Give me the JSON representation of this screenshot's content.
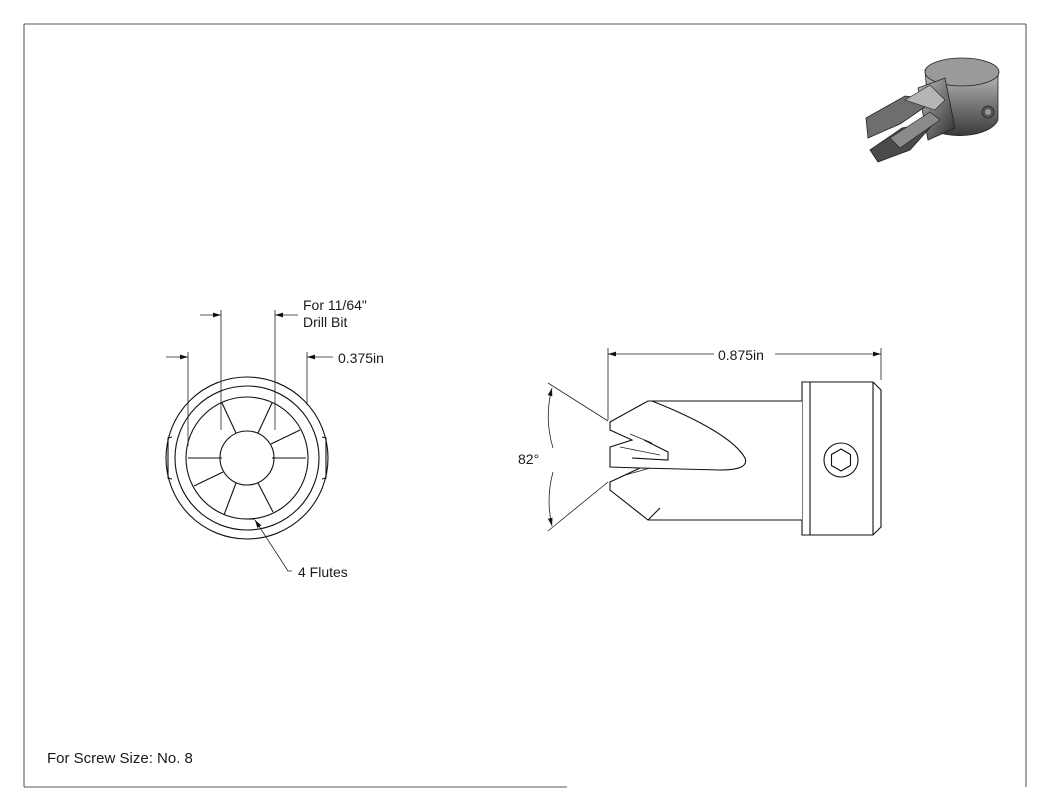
{
  "drawing": {
    "front_view": {
      "drill_bit_callout_line1": "For 11/64\"",
      "drill_bit_callout_line2": "Drill Bit",
      "diameter_label": "0.375in",
      "flutes_label": "4 Flutes"
    },
    "side_view": {
      "length_label": "0.875in",
      "angle_label": "82°"
    },
    "footer": {
      "note": "For Screw Size: No. 8"
    },
    "isometric_icon": "countersink-bit-iso-icon"
  }
}
